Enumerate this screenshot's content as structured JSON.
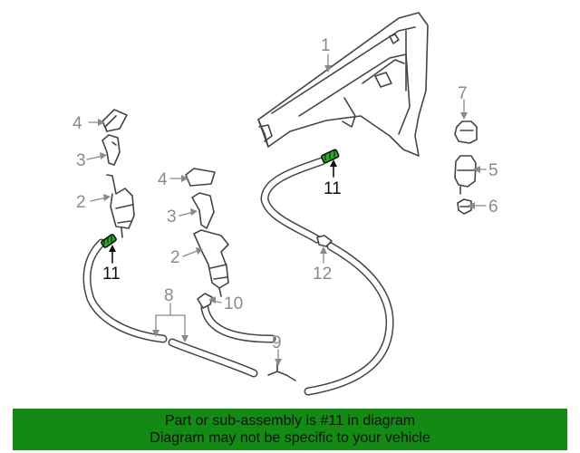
{
  "callouts": [
    {
      "id": "1",
      "label": "1"
    },
    {
      "id": "2a",
      "label": "2"
    },
    {
      "id": "2b",
      "label": "2"
    },
    {
      "id": "3a",
      "label": "3"
    },
    {
      "id": "3b",
      "label": "3"
    },
    {
      "id": "4a",
      "label": "4"
    },
    {
      "id": "4b",
      "label": "4"
    },
    {
      "id": "5",
      "label": "5"
    },
    {
      "id": "6",
      "label": "6"
    },
    {
      "id": "7",
      "label": "7"
    },
    {
      "id": "8",
      "label": "8"
    },
    {
      "id": "9",
      "label": "9"
    },
    {
      "id": "10",
      "label": "10"
    },
    {
      "id": "11a",
      "label": "11"
    },
    {
      "id": "11b",
      "label": "11"
    },
    {
      "id": "12",
      "label": "12"
    }
  ],
  "highlight_part": "11",
  "banner": {
    "line1": "Part or sub-assembly is #11 in diagram",
    "line2": "Diagram may not be specific to your vehicle"
  },
  "colors": {
    "banner_bg": "#138a13",
    "highlight": "#2aa82a",
    "line": "#444444",
    "label": "#8a8a8a"
  }
}
